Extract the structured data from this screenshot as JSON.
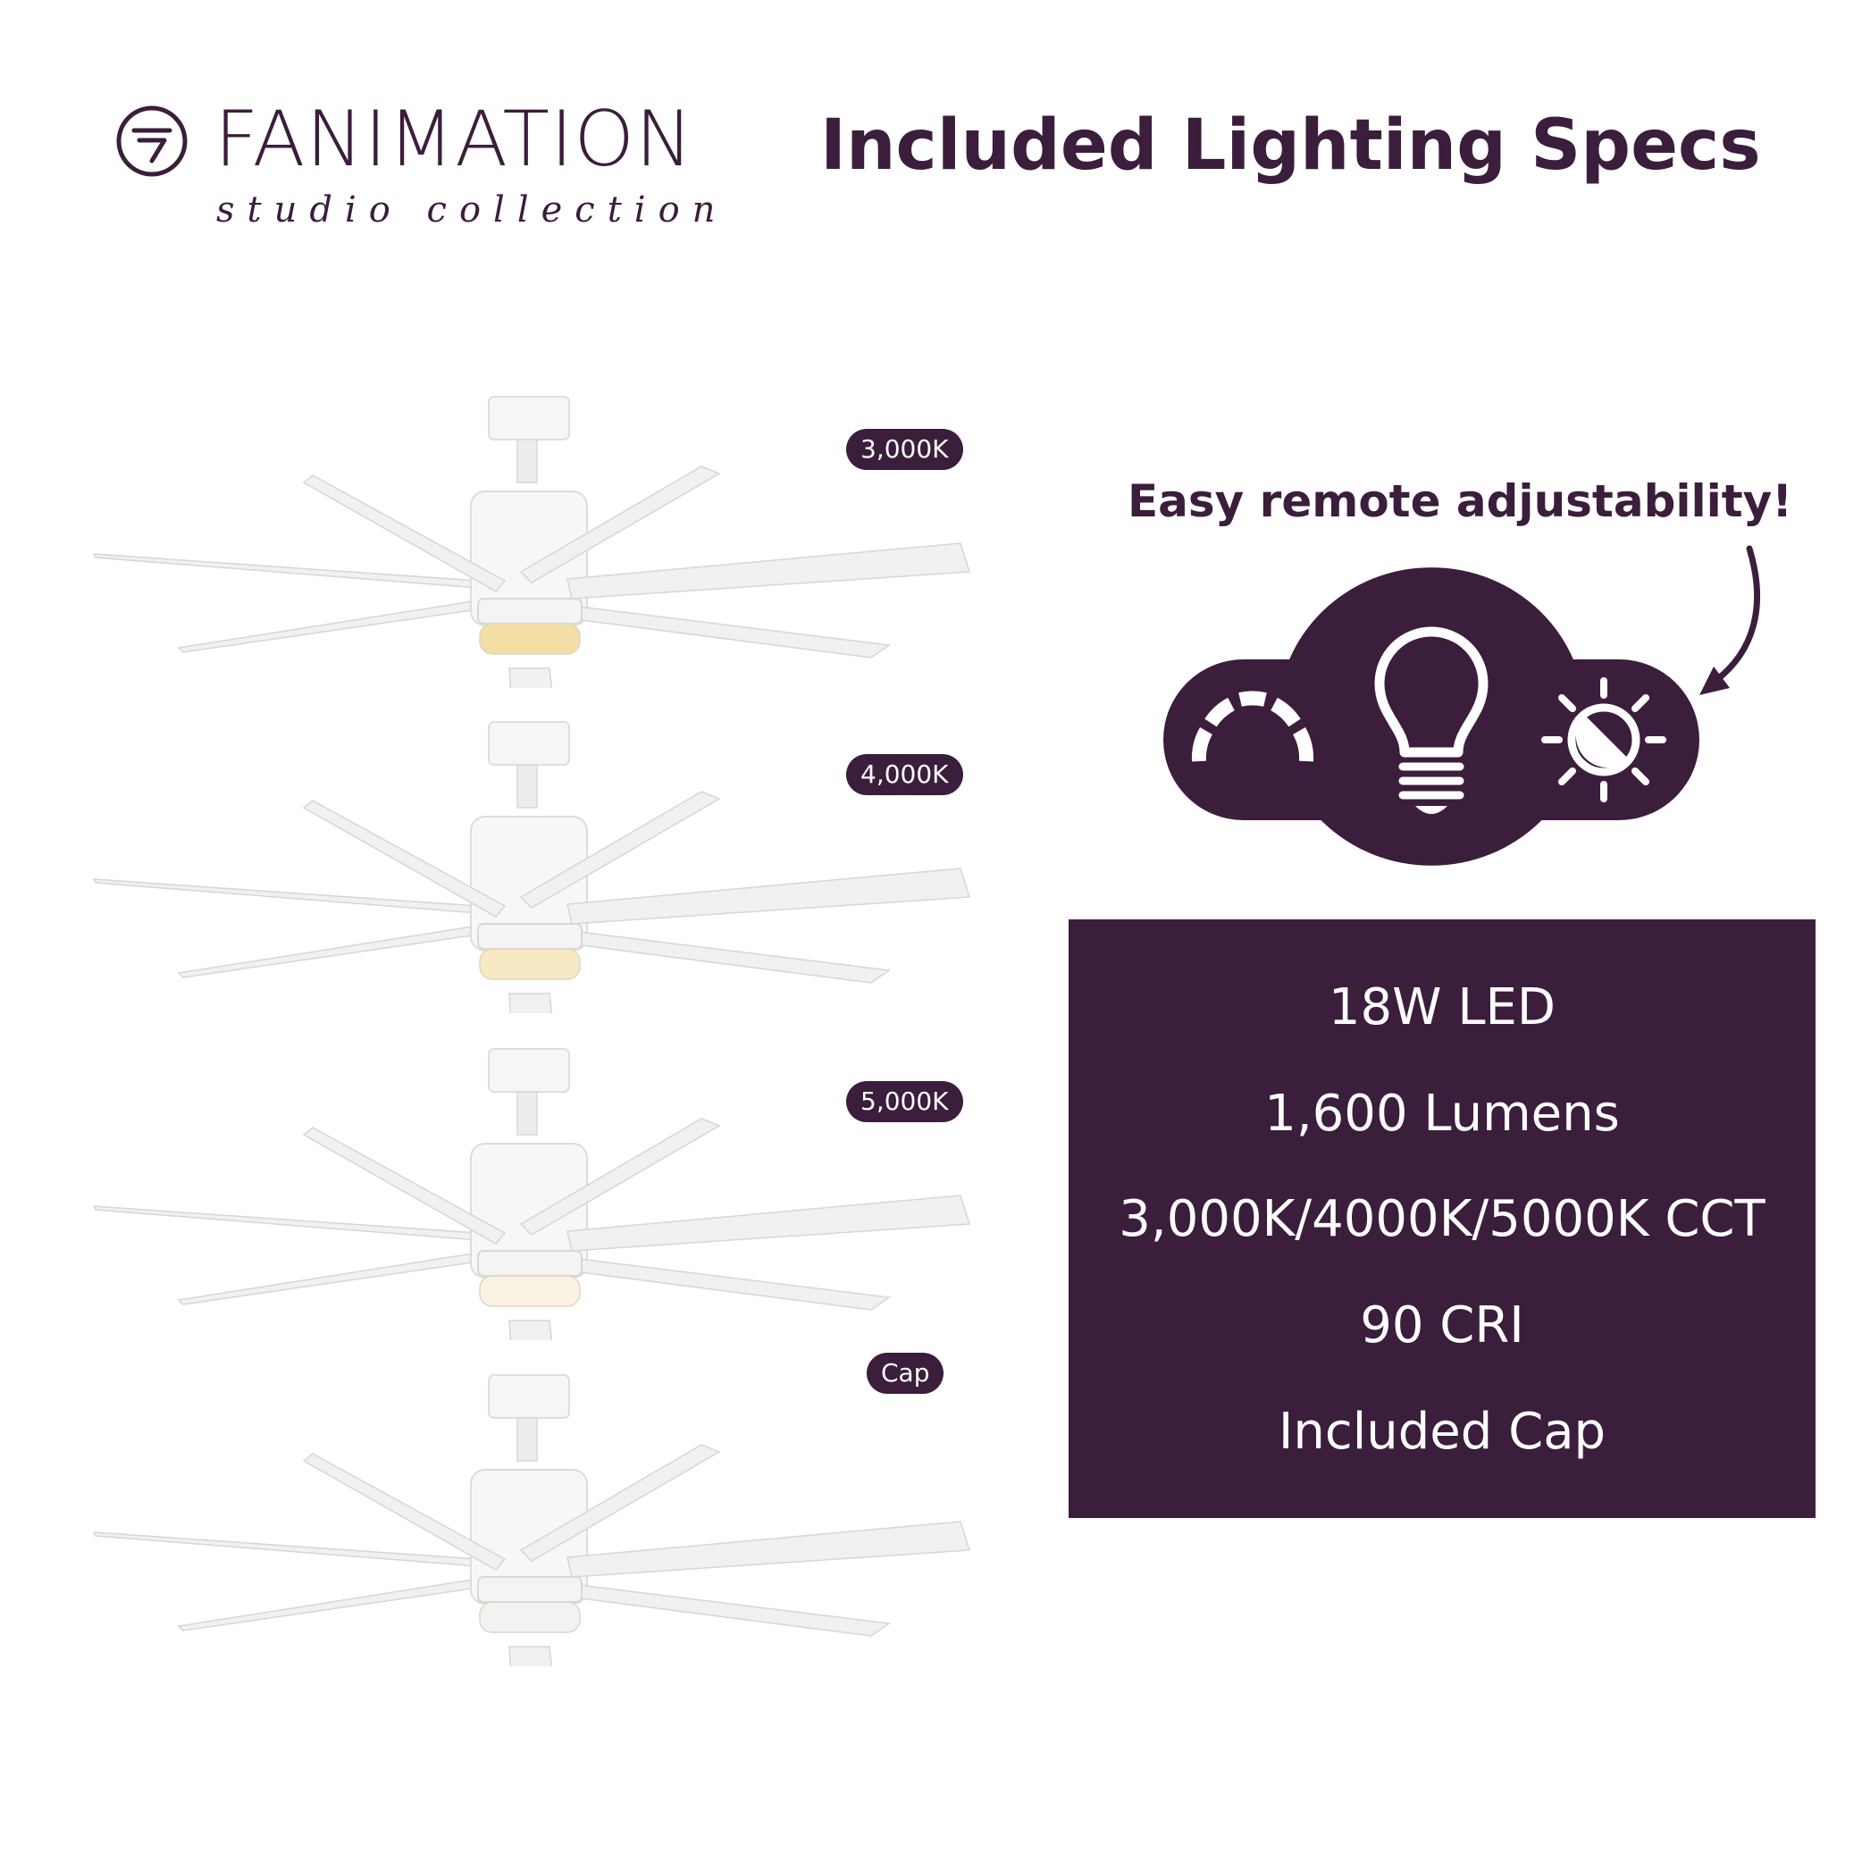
{
  "brand": {
    "name": "FANIMATION",
    "tagline_script": "studio collection"
  },
  "page": {
    "title": "Included Lighting Specs"
  },
  "fans": [
    {
      "label": "3,000K",
      "light_color": "#f3dfa6"
    },
    {
      "label": "4,000K",
      "light_color": "#f6e9c4"
    },
    {
      "label": "5,000K",
      "light_color": "#faf3e3"
    },
    {
      "label": "Cap",
      "light_color": "#f2f2f2"
    }
  ],
  "remote": {
    "tagline": "Easy remote adjustability!",
    "icons": [
      "dimmer-icon",
      "light-bulb-icon",
      "brightness-icon"
    ]
  },
  "specs": [
    "18W LED",
    "1,600 Lumens",
    "3,000K/4000K/5000K CCT",
    "90 CRI",
    "Included Cap"
  ],
  "colors": {
    "brand_purple": "#3b1d3c",
    "background": "#ffffff",
    "fan_white": "#f4f4f4"
  }
}
